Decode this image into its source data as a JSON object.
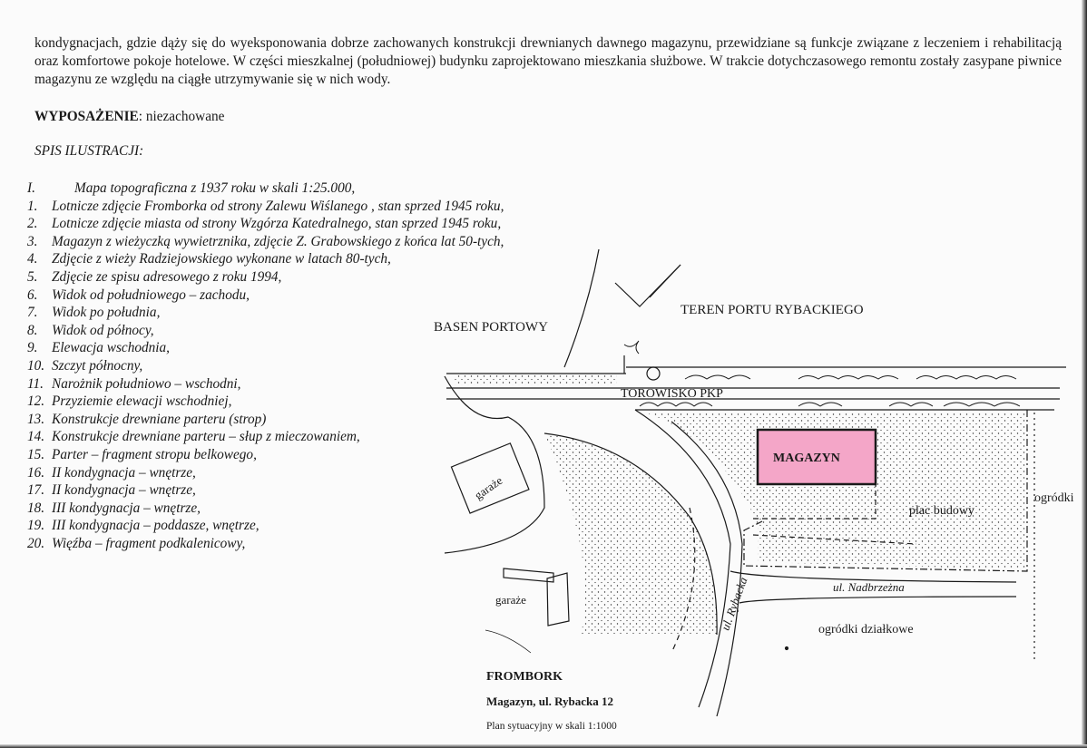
{
  "paragraph": "kondygnacjach, gdzie dąży się do wyeksponowania dobrze zachowanych konstrukcji drewnianych dawnego magazynu, przewidziane są funkcje związane z leczeniem i rehabilitacją oraz komfortowe pokoje hotelowe. W części mieszkalnej (południowej) budynku zaprojektowano mieszkania służbowe. W trakcie dotychczasowego remontu zostały zasypane piwnice magazynu ze względu na ciągłe utrzymywanie się w nich wody.",
  "equipment": {
    "label": "WYPOSAŻENIE",
    "value": ": niezachowane"
  },
  "illustrations_title": "SPIS ILUSTRACJI:",
  "illustrations": [
    {
      "num": "I.",
      "text": "Mapa topograficzna z 1937 roku w skali 1:25.000,"
    },
    {
      "num": "1.",
      "text": "Lotnicze zdjęcie Fromborka od strony Zalewu Wiślanego , stan sprzed 1945 roku,"
    },
    {
      "num": "2.",
      "text": "Lotnicze zdjęcie miasta od strony Wzgórza Katedralnego, stan sprzed 1945 roku,"
    },
    {
      "num": "3.",
      "text": "Magazyn z wieżyczką wywietrznika, zdjęcie Z. Grabowskiego z końca lat 50-tych,"
    },
    {
      "num": "4.",
      "text": "Zdjęcie z wieży Radziejowskiego wykonane w latach 80-tych,"
    },
    {
      "num": "5.",
      "text": "Zdjęcie ze spisu adresowego z roku 1994,"
    },
    {
      "num": "6.",
      "text": "Widok od południowego – zachodu,"
    },
    {
      "num": "7.",
      "text": "Widok po południa,"
    },
    {
      "num": "8.",
      "text": "Widok od północy,"
    },
    {
      "num": "9.",
      "text": "Elewacja wschodnia,"
    },
    {
      "num": "10.",
      "text": "Szczyt północny,"
    },
    {
      "num": "11.",
      "text": "Narożnik południowo – wschodni,"
    },
    {
      "num": "12.",
      "text": "Przyziemie elewacji wschodniej,"
    },
    {
      "num": "13.",
      "text": "Konstrukcje drewniane parteru (strop)"
    },
    {
      "num": "14.",
      "text": "Konstrukcje drewniane parteru – słup z mieczowaniem,"
    },
    {
      "num": "15.",
      "text": "Parter – fragment stropu belkowego,"
    },
    {
      "num": "16.",
      "text": "II  kondygnacja – wnętrze,"
    },
    {
      "num": "17.",
      "text": "II kondygnacja – wnętrze,"
    },
    {
      "num": "18.",
      "text": "III kondygnacja – wnętrze,"
    },
    {
      "num": "19.",
      "text": "III kondygnacja – poddasze, wnętrze,"
    },
    {
      "num": "20.",
      "text": "Więźba – fragment  podkalenicowy,"
    }
  ],
  "site_plan": {
    "port_basin": "BASEN PORTOWY",
    "port_area": "TEREN PORTU RYBACKIEGO",
    "railway": "TOROWISKO  PKP",
    "warehouse": "MAGAZYN",
    "construction_site": "plac budowy",
    "gardens_right": "ogródki",
    "garages_1": "garaże",
    "garages_2": "garaże",
    "street_rybacka": "ul. Rybacka",
    "street_nadbrzezna": "ul. Nadbrzeżna",
    "allotments": "ogródki działkowe",
    "town": "FROMBORK",
    "address": "Magazyn, ul. Rybacka 12",
    "scale_note": "Plan sytuacyjny w skali 1:1000",
    "warehouse_fill": "#f4a6c8"
  }
}
